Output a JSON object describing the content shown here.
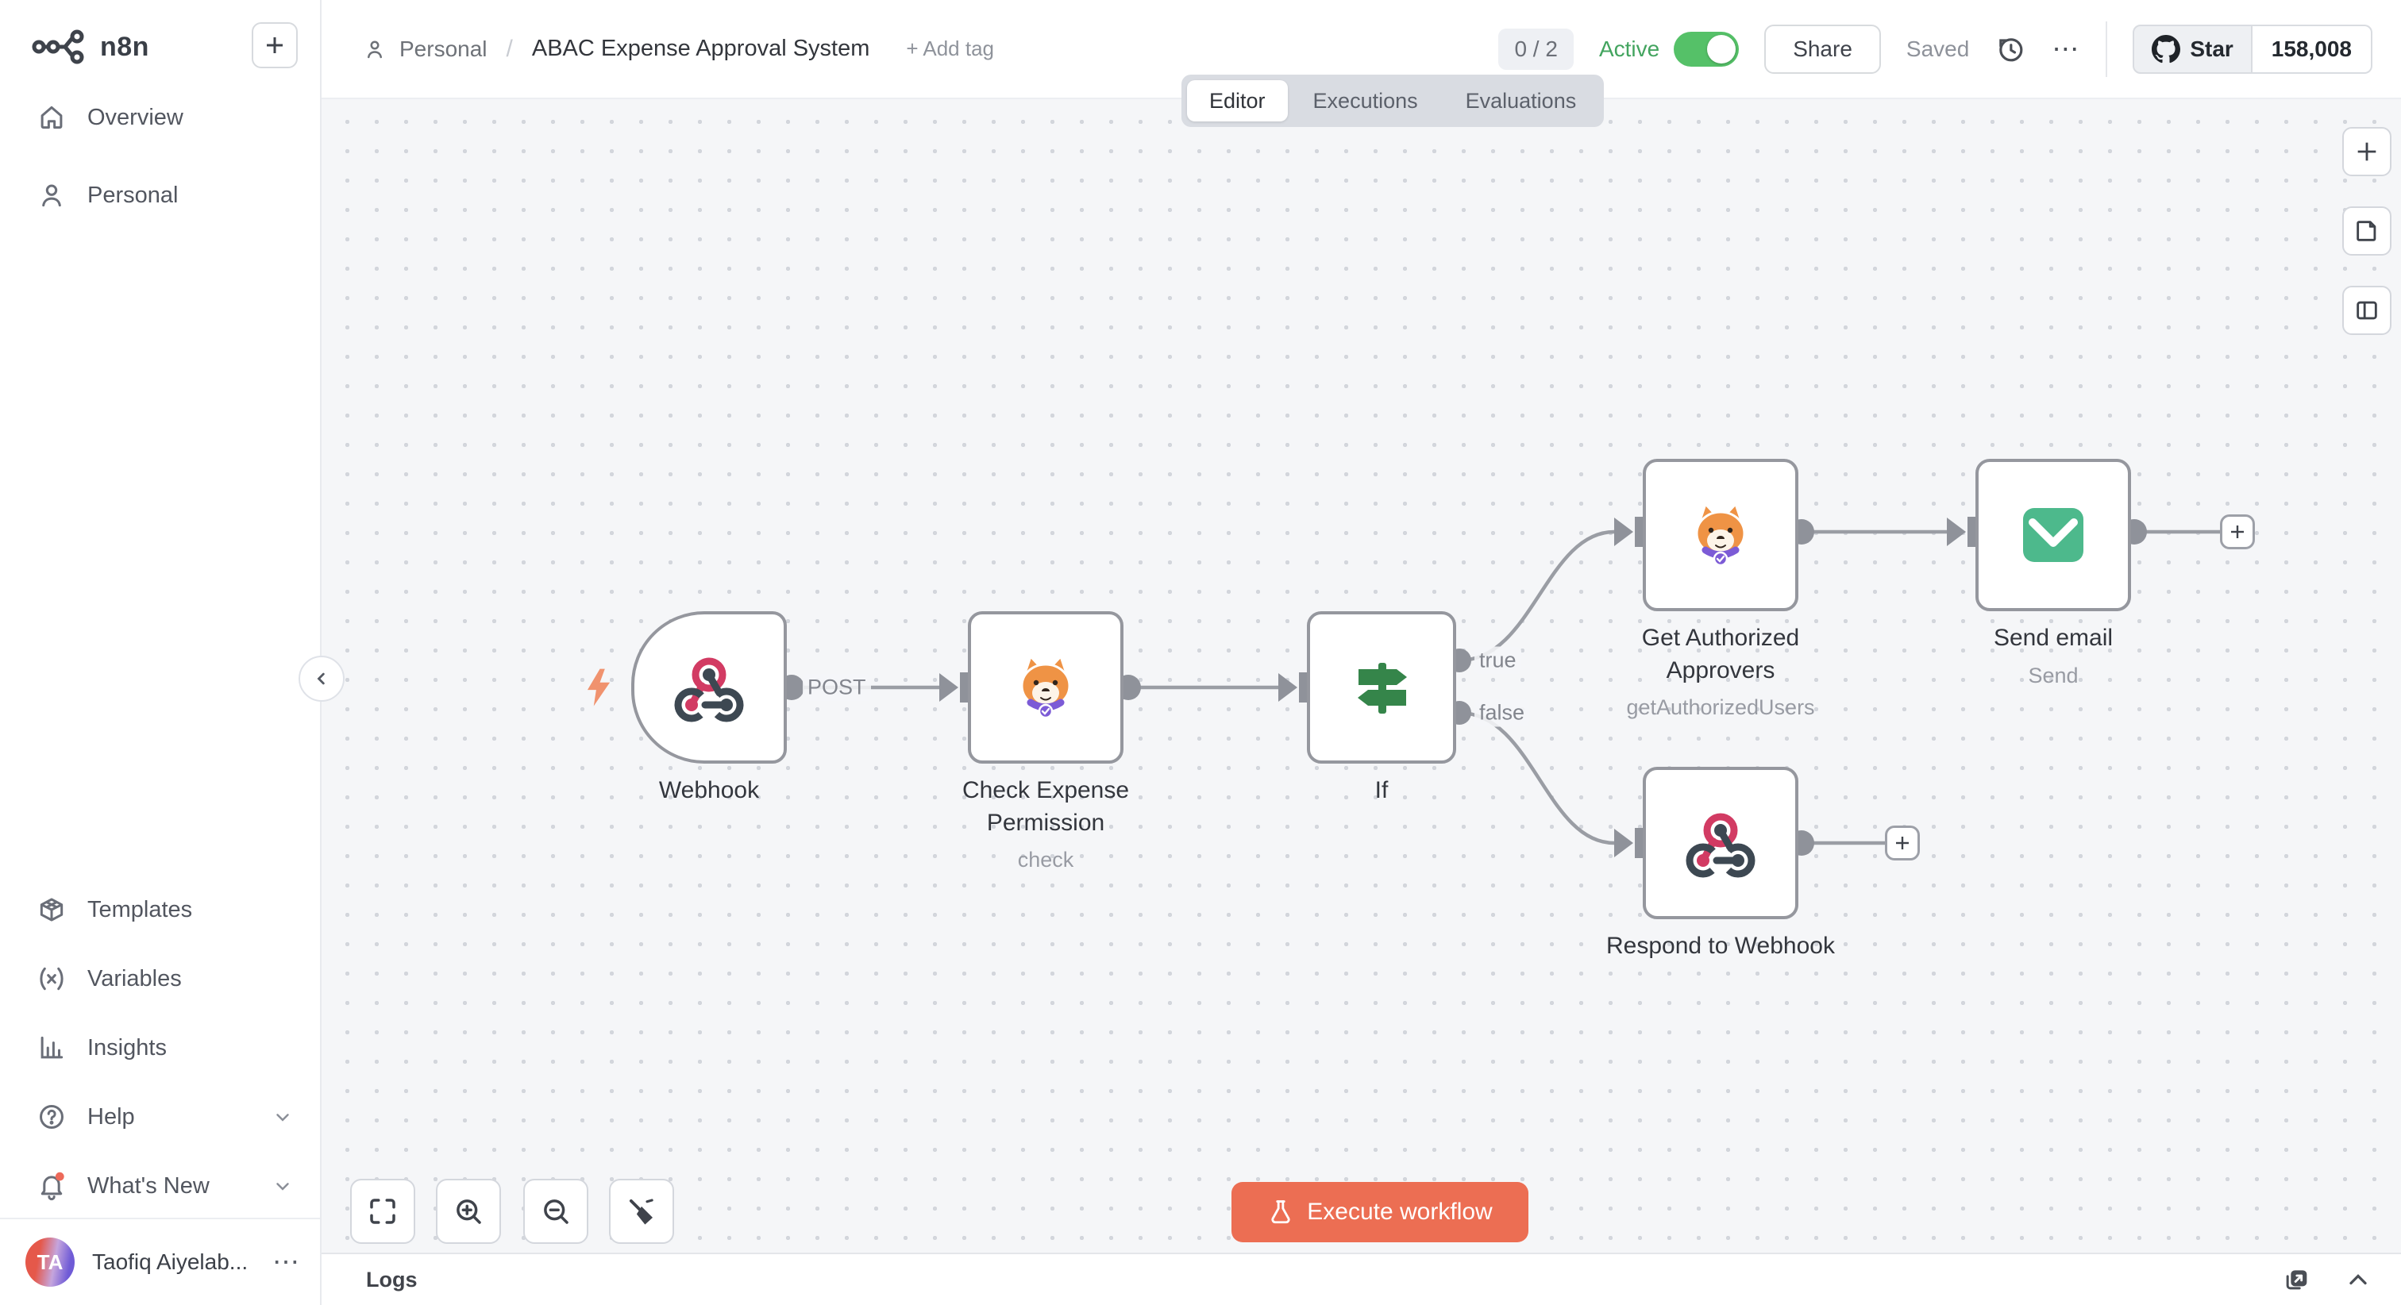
{
  "brand": {
    "name": "n8n"
  },
  "sidebar": {
    "items": [
      {
        "label": "Overview"
      },
      {
        "label": "Personal"
      },
      {
        "label": "Templates"
      },
      {
        "label": "Variables"
      },
      {
        "label": "Insights"
      },
      {
        "label": "Help"
      },
      {
        "label": "What's New"
      }
    ],
    "user": {
      "initials": "TA",
      "name": "Taofiq Aiyelab...",
      "menu": "⋯"
    }
  },
  "header": {
    "breadcrumb": {
      "project": "Personal",
      "separator": "/",
      "title": "ABAC Expense Approval System",
      "add_tag": "+ Add tag"
    },
    "issues_badge": "0 / 2",
    "active_label": "Active",
    "share_label": "Share",
    "saved_label": "Saved",
    "more_menu": "⋯",
    "github": {
      "star_label": "Star",
      "star_count": "158,008"
    }
  },
  "tabs": [
    {
      "label": "Editor",
      "active": true
    },
    {
      "label": "Executions",
      "active": false
    },
    {
      "label": "Evaluations",
      "active": false
    }
  ],
  "canvas": {
    "trigger_hint": "POST",
    "branch_true": "true",
    "branch_false": "false",
    "execute_button": "Execute workflow",
    "nodes": [
      {
        "name": "Webhook",
        "subtitle": ""
      },
      {
        "name": "Check Expense Permission",
        "subtitle": "check"
      },
      {
        "name": "If",
        "subtitle": ""
      },
      {
        "name": "Get Authorized Approvers",
        "subtitle": "getAuthorizedUsers"
      },
      {
        "name": "Send email",
        "subtitle": "Send"
      },
      {
        "name": "Respond to Webhook",
        "subtitle": ""
      }
    ]
  },
  "logs": {
    "title": "Logs"
  },
  "colors": {
    "accent_execute": "#ec6e53",
    "active_green": "#55c168",
    "node_green": "#35854a",
    "mail_green": "#4db98c",
    "webhook_pink": "#d23b63",
    "webhook_slate": "#3d4852"
  }
}
